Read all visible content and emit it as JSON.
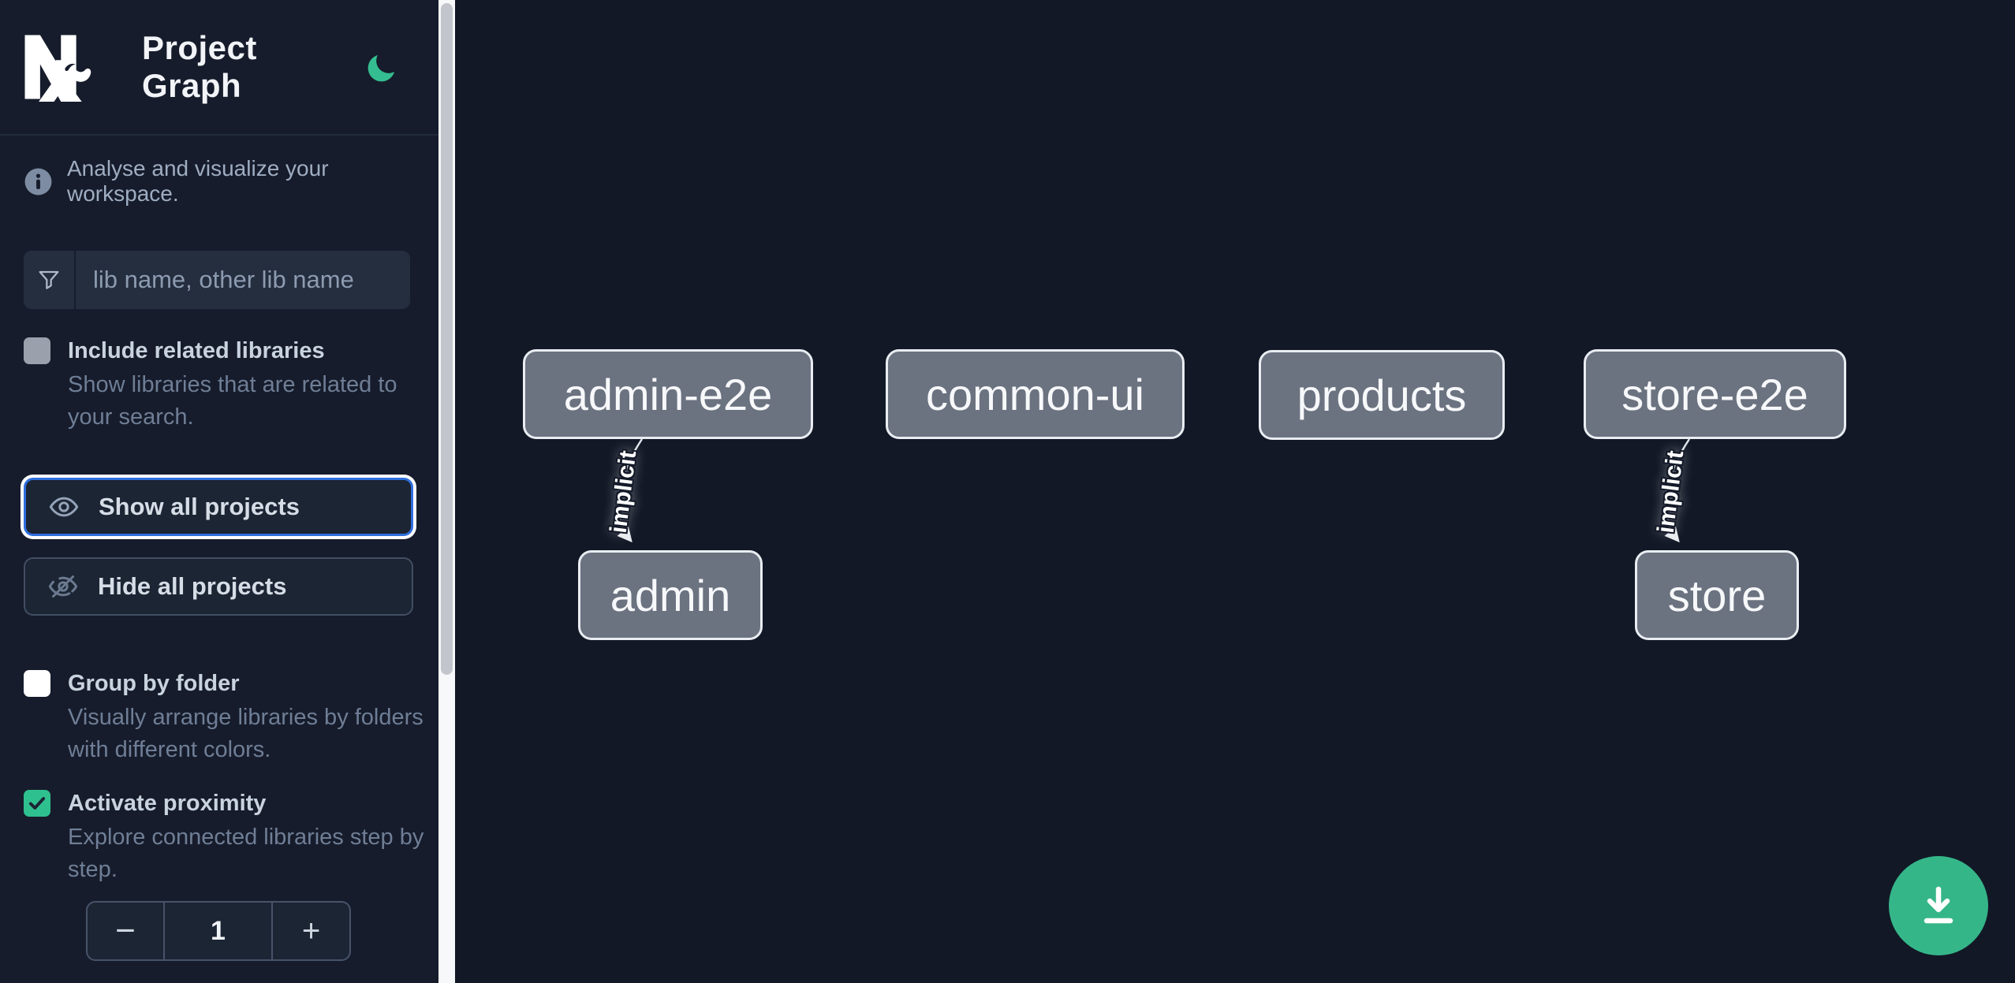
{
  "colors": {
    "accent_green": "#34bd90",
    "focus_blue": "#2f6fde",
    "node_fill": "#6b7280",
    "node_border": "#e9edf2",
    "sidebar_bg": "#161c2b",
    "canvas_bg": "#121826"
  },
  "header": {
    "title": "Project Graph",
    "logo_icon": "nx-logo",
    "theme_icon": "moon-icon"
  },
  "sidebar": {
    "info_text": "Analyse and visualize your workspace.",
    "filter": {
      "placeholder": "lib name, other lib name",
      "value": "",
      "icon": "funnel-icon"
    },
    "include_related": {
      "label": "Include related libraries",
      "description": "Show libraries that are related to your search.",
      "checked": false
    },
    "show_all_button": {
      "label": "Show all projects",
      "icon": "eye-icon",
      "focused": true
    },
    "hide_all_button": {
      "label": "Hide all projects",
      "icon": "eye-off-icon",
      "focused": false
    },
    "group_by_folder": {
      "label": "Group by folder",
      "description": "Visually arrange libraries by folders with different colors.",
      "checked": false
    },
    "activate_proximity": {
      "label": "Activate proximity",
      "description": "Explore connected libraries step by step.",
      "checked": true
    },
    "proximity_stepper": {
      "decrement_label": "−",
      "value": "1",
      "increment_label": "+"
    }
  },
  "graph": {
    "nodes": [
      {
        "id": "admin-e2e",
        "label": "admin-e2e"
      },
      {
        "id": "common-ui",
        "label": "common-ui"
      },
      {
        "id": "products",
        "label": "products"
      },
      {
        "id": "store-e2e",
        "label": "store-e2e"
      },
      {
        "id": "admin",
        "label": "admin"
      },
      {
        "id": "store",
        "label": "store"
      }
    ],
    "edges": [
      {
        "from": "admin-e2e",
        "to": "admin",
        "label": "implicit"
      },
      {
        "from": "store-e2e",
        "to": "store",
        "label": "implicit"
      }
    ],
    "download_button_icon": "download-icon"
  }
}
